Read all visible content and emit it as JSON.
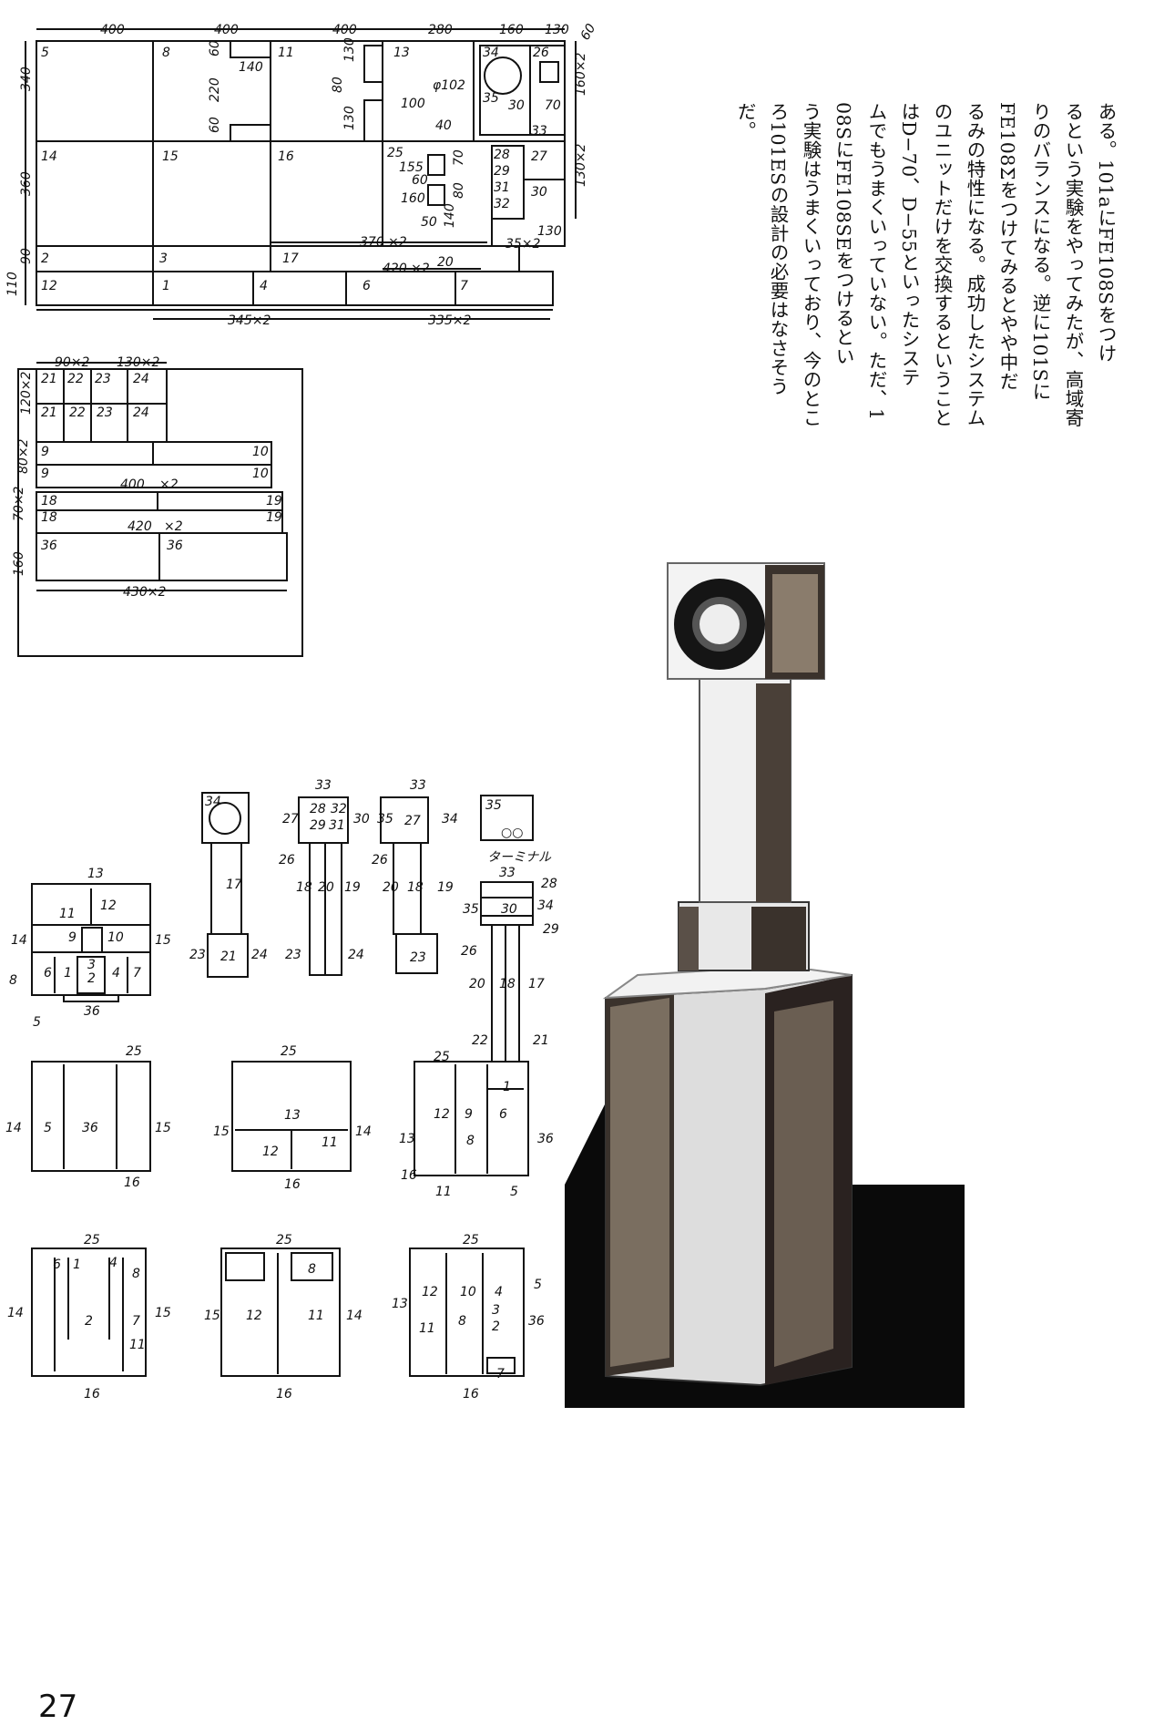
{
  "page_number": "27",
  "article": {
    "lines": [
      "ある。101aにFE108Sをつけ",
      "るという実験をやってみたが、高域寄",
      "りのバランスになる。逆に101Sに",
      "FE108Σをつけてみるとやや中だ",
      "るみの特性になる。成功したシステム",
      "のユニットだけを交換するということ",
      "はD−70、D−55といったシステ",
      "ムでもうまくいっていない。ただ、1",
      "08SにFE108SEをつけるとい",
      "う実験はうまくいっており、今のとこ",
      "ろ101ESの設計の必要はなさそう",
      "だ。"
    ]
  },
  "cutting_plan_main": {
    "labels": [
      "5",
      "8",
      "11",
      "13",
      "34",
      "26",
      "35",
      "33",
      "14",
      "15",
      "16",
      "25",
      "28",
      "27",
      "29",
      "31",
      "32",
      "30",
      "2",
      "3",
      "17",
      "20",
      "12",
      "1",
      "4",
      "6",
      "7",
      "400",
      "400",
      "400",
      "280",
      "160",
      "130",
      "60",
      "340",
      "360",
      "90",
      "110",
      "60",
      "140",
      "220",
      "60",
      "130",
      "80",
      "130",
      "100",
      "φ102",
      "30",
      "70",
      "160×2",
      "130×2",
      "40",
      "155",
      "60",
      "160",
      "50",
      "70",
      "80",
      "140",
      "370 ×2",
      "420 ×2",
      "35×2",
      "130",
      "345×2",
      "335×2"
    ]
  },
  "cutting_plan_sub": {
    "labels": [
      "90×2",
      "130×2",
      "21",
      "22",
      "23",
      "24",
      "21",
      "22",
      "23",
      "24",
      "120×2",
      "9",
      "10",
      "80×2",
      "9",
      "10",
      "400",
      "×2",
      "18",
      "19",
      "70×2",
      "18",
      "19",
      "420",
      "×2",
      "36",
      "36",
      "160",
      "430×2"
    ]
  },
  "assembly_views": {
    "labels": [
      "13",
      "11",
      "12",
      "9",
      "10",
      "14",
      "15",
      "8",
      "6",
      "1",
      "3",
      "2",
      "4",
      "7",
      "36",
      "5",
      "34",
      "17",
      "23",
      "21",
      "24",
      "33",
      "27",
      "28",
      "32",
      "29",
      "31",
      "30",
      "26",
      "18",
      "20",
      "19",
      "23",
      "24",
      "33",
      "35",
      "27",
      "34",
      "26",
      "20",
      "18",
      "19",
      "23",
      "35",
      "○○",
      "ターミナル",
      "33",
      "28",
      "35",
      "30",
      "34",
      "29",
      "26",
      "20",
      "18",
      "17",
      "22",
      "21",
      "25",
      "14",
      "5",
      "36",
      "15",
      "16",
      "25",
      "15",
      "13",
      "14",
      "12",
      "11",
      "16",
      "25",
      "12",
      "9",
      "6",
      "1",
      "13",
      "8",
      "36",
      "16",
      "11",
      "5",
      "25",
      "6",
      "1",
      "4",
      "8",
      "14",
      "2",
      "7",
      "15",
      "11",
      "16",
      "25",
      "8",
      "15",
      "12",
      "11",
      "14",
      "16",
      "25",
      "12",
      "10",
      "4",
      "5",
      "13",
      "3",
      "11",
      "8",
      "2",
      "36",
      "7",
      "16"
    ]
  },
  "colors": {
    "ink": "#111111",
    "paper": "#ffffff",
    "photo_dark": "#0a0a0a"
  }
}
